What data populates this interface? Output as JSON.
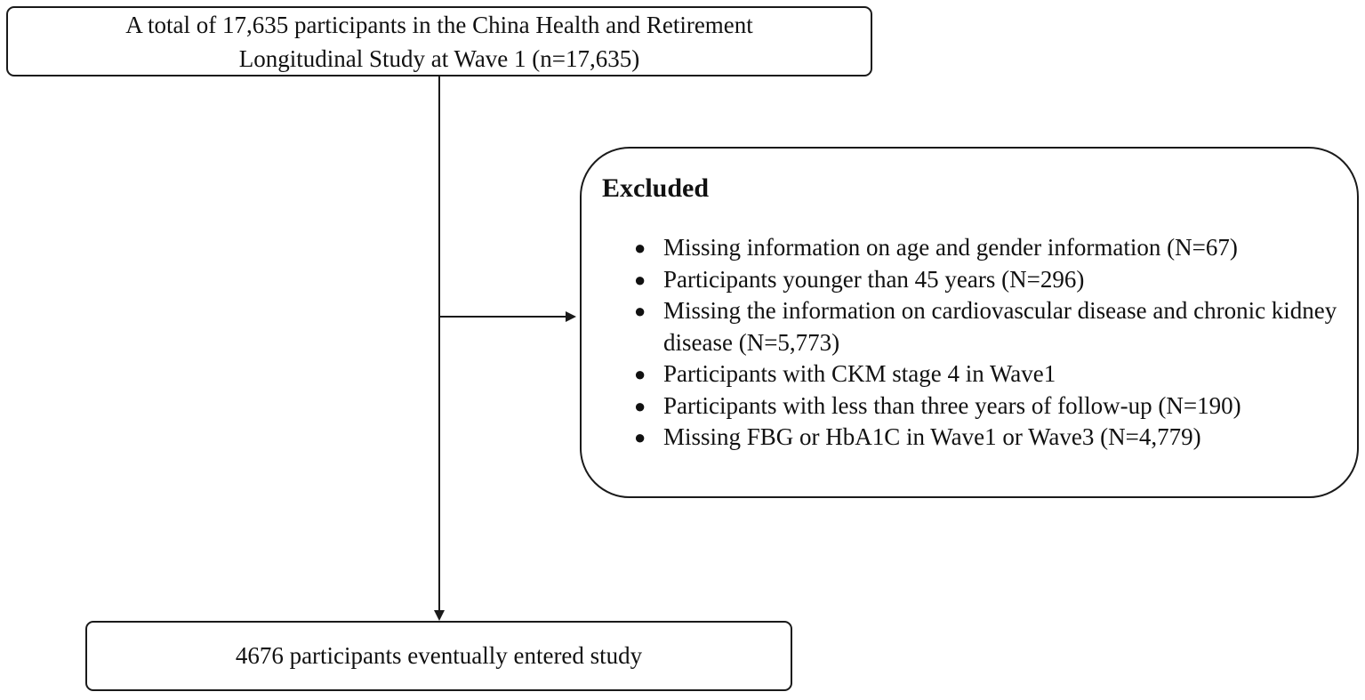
{
  "top_box": {
    "line1": "A total of 17,635 participants in the China Health and Retirement",
    "line2": "Longitudinal Study at Wave 1 (n=17,635)"
  },
  "excluded": {
    "title": "Excluded",
    "items": [
      "Missing information on age and gender information (N=67)",
      "Participants younger than 45 years (N=296)",
      "Missing the information on cardiovascular disease and chronic kidney disease (N=5,773)",
      "Participants with CKM stage 4 in Wave1",
      "Participants with less than three years of follow-up (N=190)",
      "Missing FBG or HbA1C in Wave1 or Wave3 (N=4,779)"
    ]
  },
  "bottom_box": {
    "text": "4676 participants eventually entered study"
  }
}
